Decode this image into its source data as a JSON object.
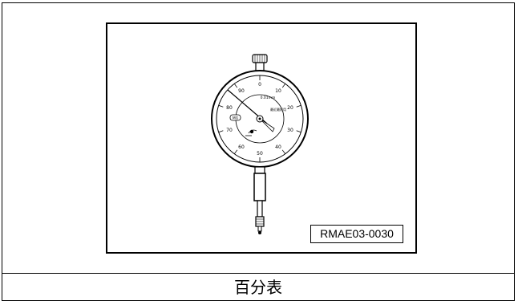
{
  "figure": {
    "subject": "dial-indicator-illustration",
    "figure_code": "RMAE03-0030",
    "dial": {
      "unit_label": "0.01mm",
      "fine_print": "最近最好用",
      "badge": "MG",
      "numbers": [
        "0",
        "10",
        "20",
        "30",
        "40",
        "50",
        "60",
        "70",
        "80",
        "90"
      ]
    }
  },
  "caption": {
    "text": "百分表"
  }
}
